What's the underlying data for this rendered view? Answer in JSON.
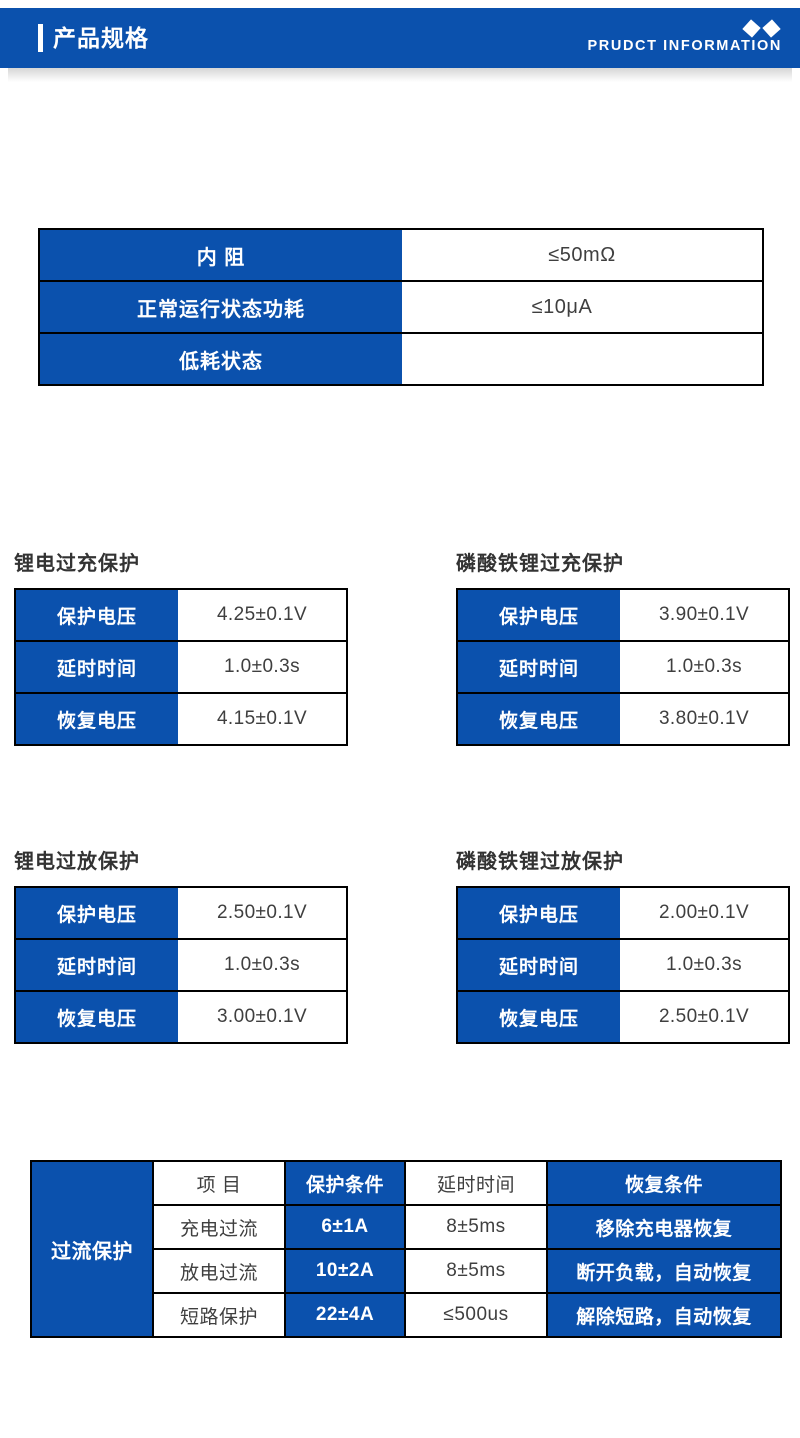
{
  "header": {
    "title": "产品规格",
    "subtitle": "PRUDCT INFORMATION",
    "diamond_icon": "diamond-icon",
    "accent_color": "#0b51ad"
  },
  "basic_table": {
    "rows": [
      {
        "label": "内  阻",
        "value": "≤50mΩ"
      },
      {
        "label": "正常运行状态功耗",
        "value": "≤10μA"
      },
      {
        "label": "低耗状态",
        "value": ""
      }
    ]
  },
  "sections": [
    {
      "heading": "锂电过充保护",
      "rows": [
        {
          "label": "保护电压",
          "value": "4.25±0.1V"
        },
        {
          "label": "延时时间",
          "value": "1.0±0.3s"
        },
        {
          "label": "恢复电压",
          "value": "4.15±0.1V"
        }
      ]
    },
    {
      "heading": "磷酸铁锂过充保护",
      "rows": [
        {
          "label": "保护电压",
          "value": "3.90±0.1V"
        },
        {
          "label": "延时时间",
          "value": "1.0±0.3s"
        },
        {
          "label": "恢复电压",
          "value": "3.80±0.1V"
        }
      ]
    },
    {
      "heading": "锂电过放保护",
      "rows": [
        {
          "label": "保护电压",
          "value": "2.50±0.1V"
        },
        {
          "label": "延时时间",
          "value": "1.0±0.3s"
        },
        {
          "label": "恢复电压",
          "value": "3.00±0.1V"
        }
      ]
    },
    {
      "heading": "磷酸铁锂过放保护",
      "rows": [
        {
          "label": "保护电压",
          "value": "2.00±0.1V"
        },
        {
          "label": "延时时间",
          "value": "1.0±0.3s"
        },
        {
          "label": "恢复电压",
          "value": "2.50±0.1V"
        }
      ]
    }
  ],
  "overcurrent_table": {
    "row_label": "过流保护",
    "headers": {
      "item": "项  目",
      "condition": "保护条件",
      "delay": "延时时间",
      "recover": "恢复条件"
    },
    "rows": [
      {
        "item": "充电过流",
        "condition": "6±1A",
        "delay": "8±5ms",
        "recover": "移除充电器恢复"
      },
      {
        "item": "放电过流",
        "condition": "10±2A",
        "delay": "8±5ms",
        "recover": "断开负载，自动恢复"
      },
      {
        "item": "短路保护",
        "condition": "22±4A",
        "delay": "≤500us",
        "recover": "解除短路，自动恢复"
      }
    ]
  }
}
